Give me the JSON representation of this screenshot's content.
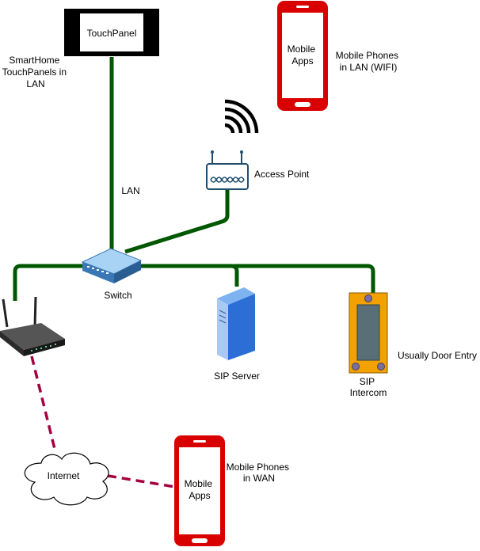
{
  "colors": {
    "lan_link": "#005700",
    "wan_link": "#a50040",
    "phone_red": "#d90000",
    "intercom_orange": "#f2a100",
    "intercom_panel": "#5a6e78",
    "switch_blue": "#5b9bd5",
    "server_blue": "#2b6fd6"
  },
  "nodes": {
    "touchpanel": {
      "label": "TouchPanel",
      "caption": [
        "SmartHome",
        "TouchPanels in",
        "LAN"
      ]
    },
    "mobile_lan": {
      "label": [
        "Mobile",
        "Apps"
      ],
      "caption": [
        "Mobile Phones",
        "in LAN (WIFI)"
      ]
    },
    "access_point": {
      "caption": "Access Point"
    },
    "switch": {
      "caption": "Switch"
    },
    "sip_server": {
      "caption": "SIP Server"
    },
    "sip_intercom": {
      "caption": [
        "SIP",
        "Intercom"
      ],
      "note": "Usually Door Entry"
    },
    "internet": {
      "label": "Internet"
    },
    "mobile_wan": {
      "label": [
        "Mobile",
        "Apps"
      ],
      "caption": [
        "Mobile Phones",
        "in WAN"
      ]
    }
  },
  "links": {
    "lan_label": "LAN"
  }
}
